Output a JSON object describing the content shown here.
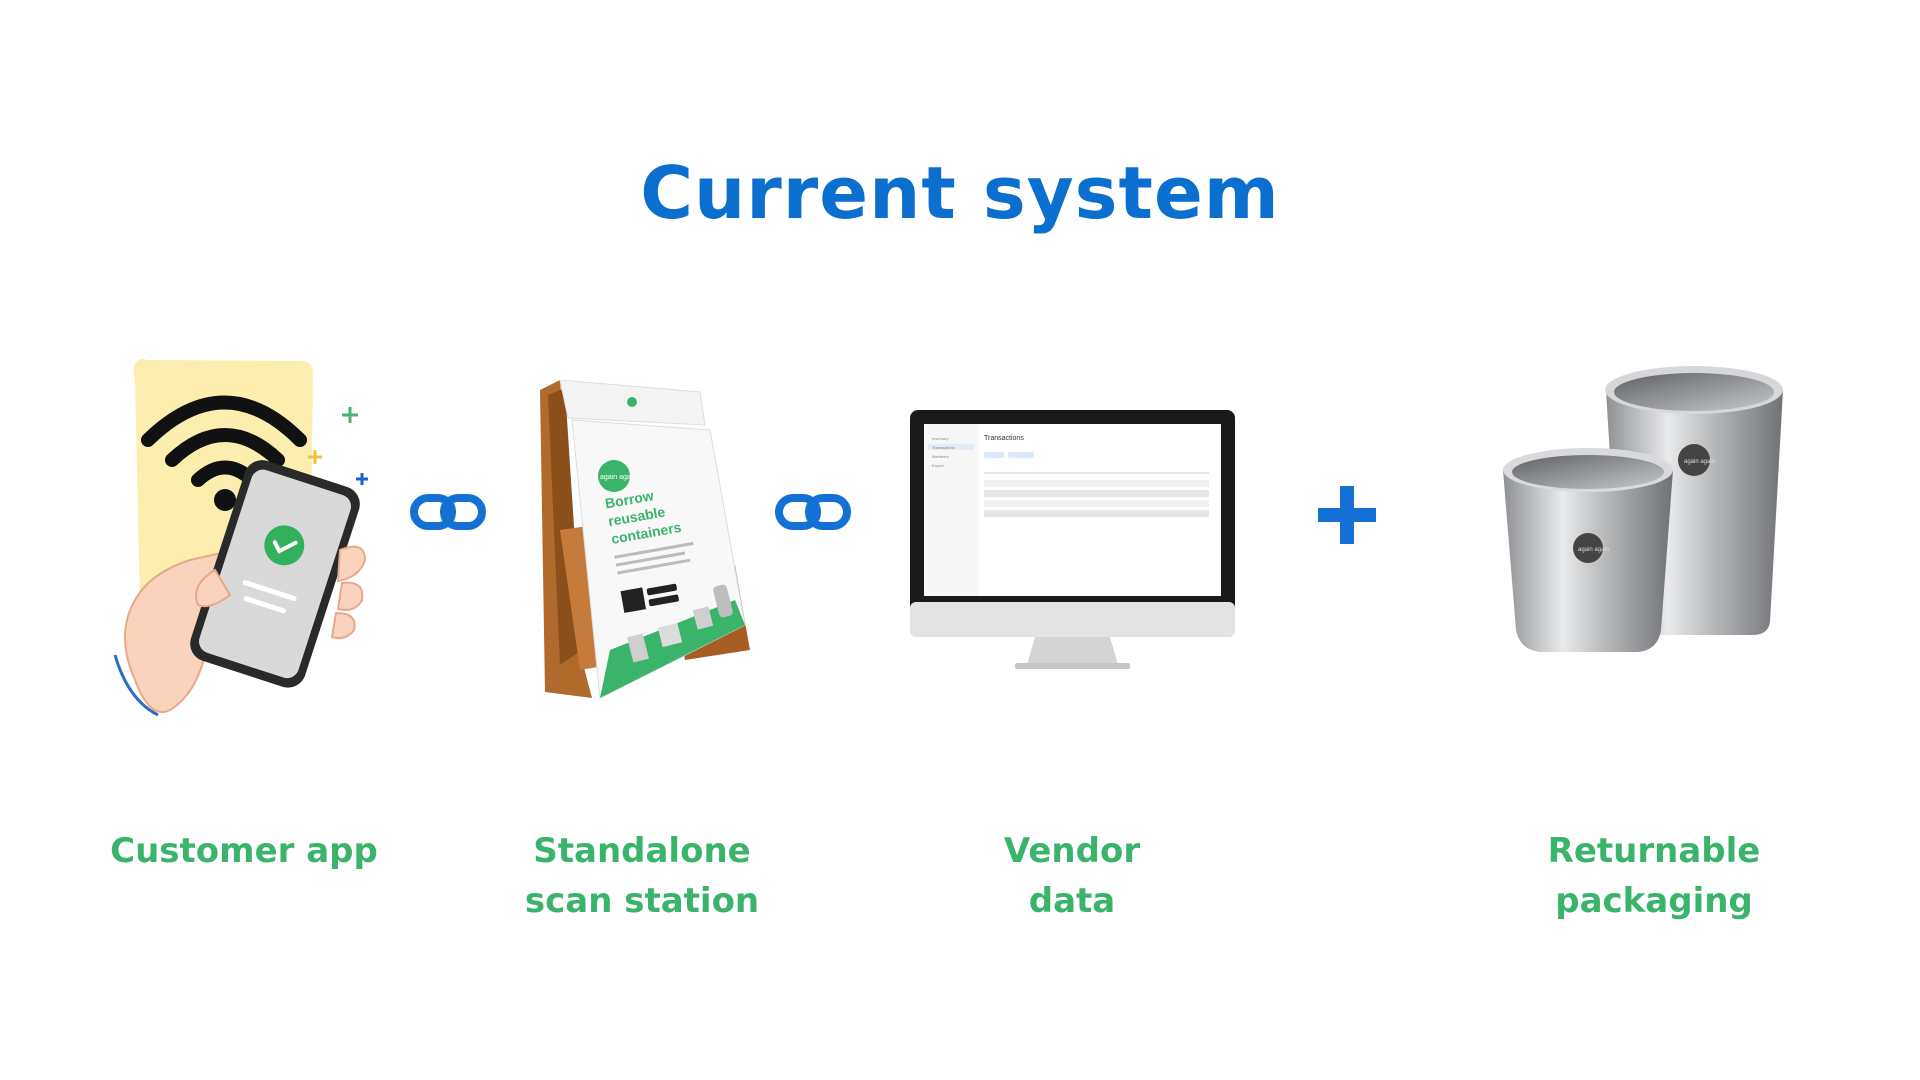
{
  "title": "Current system",
  "colors": {
    "title": "#0b6fd0",
    "label": "#3bb46b",
    "connector": "#1470d4",
    "plus": "#1470d4"
  },
  "items": [
    {
      "icon": "customer-app-illustration",
      "label_line1": "Customer app",
      "label_line2": ""
    },
    {
      "icon": "scan-station-illustration",
      "label_line1": "Standalone",
      "label_line2": "scan station"
    },
    {
      "icon": "vendor-monitor-illustration",
      "label_line1": "Vendor",
      "label_line2": "data"
    },
    {
      "icon": "steel-cups-illustration",
      "label_line1": "Returnable",
      "label_line2": "packaging"
    }
  ],
  "connectors": [
    "link-icon",
    "link-icon",
    "plus-icon"
  ],
  "scan_station": {
    "heading": "Borrow reusable containers",
    "brand": "again again"
  },
  "vendor_screen": {
    "heading": "Transactions",
    "nav": [
      "Inventory",
      "Transactions",
      "Members",
      "Export"
    ]
  },
  "cups": {
    "brand": "again again"
  }
}
